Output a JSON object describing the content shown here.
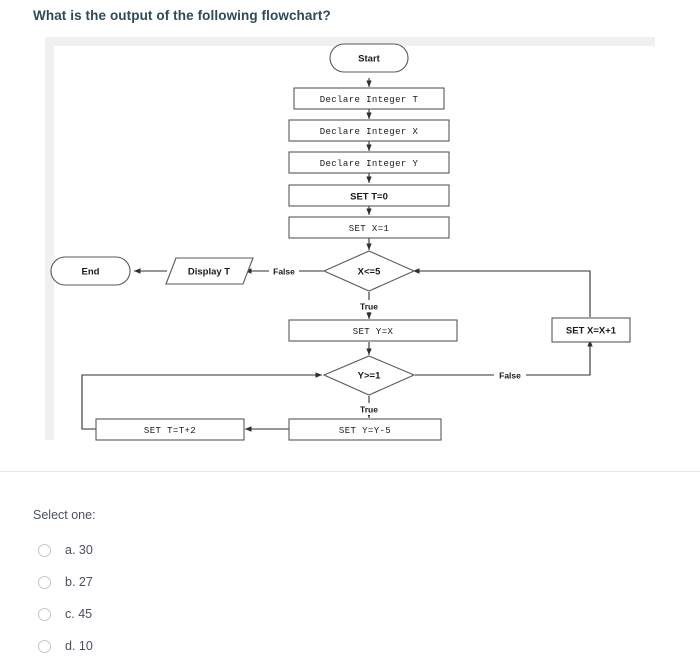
{
  "question": {
    "title": "What is the output of the following flowchart?"
  },
  "flowchart": {
    "nodes": {
      "start": "Start",
      "declare_t": "Declare Integer T",
      "declare_x": "Declare Integer X",
      "declare_y": "Declare Integer Y",
      "set_t0": "SET T=0",
      "set_x1": "SET X=1",
      "cond_x": "X<=5",
      "display_t": "Display T",
      "end": "End",
      "set_yx": "SET Y=X",
      "set_xx1": "SET X=X+1",
      "cond_y": "Y>=1",
      "set_yy5": "SET Y=Y-5",
      "set_tt2": "SET T=T+2"
    },
    "edge_labels": {
      "x_false": "False",
      "x_true": "True",
      "y_false": "False",
      "y_true": "True"
    }
  },
  "answers": {
    "prompt": "Select one:",
    "options": [
      {
        "label": "a. 30"
      },
      {
        "label": "b. 27"
      },
      {
        "label": "c. 45"
      },
      {
        "label": "d. 10"
      }
    ]
  }
}
